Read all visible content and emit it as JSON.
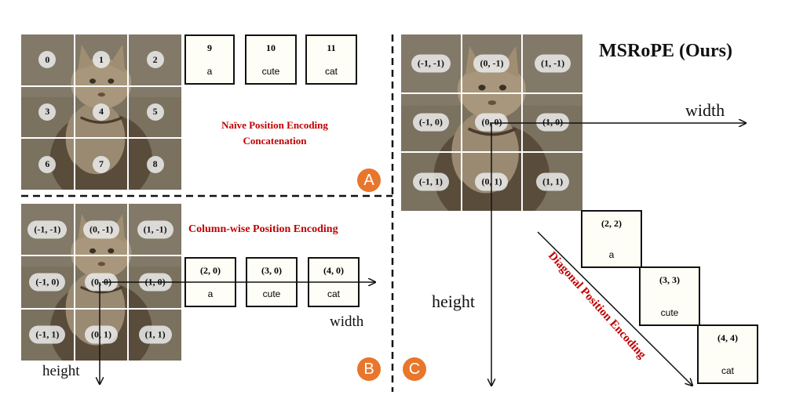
{
  "panel_a": {
    "cells": [
      "0",
      "1",
      "2",
      "3",
      "4",
      "5",
      "6",
      "7",
      "8"
    ],
    "tokens": [
      {
        "num": "9",
        "word": "a"
      },
      {
        "num": "10",
        "word": "cute"
      },
      {
        "num": "11",
        "word": "cat"
      }
    ],
    "title_line1": "Naïve Position Encoding",
    "title_line2": "Concatenation",
    "badge": "A"
  },
  "panel_b": {
    "cells": [
      "(-1, -1)",
      "(0, -1)",
      "(1, -1)",
      "(-1, 0)",
      "(0, 0)",
      "(1, 0)",
      "(-1, 1)",
      "(0, 1)",
      "(1, 1)"
    ],
    "tokens": [
      {
        "num": "(2, 0)",
        "word": "a"
      },
      {
        "num": "(3, 0)",
        "word": "cute"
      },
      {
        "num": "(4, 0)",
        "word": "cat"
      }
    ],
    "title": "Column-wise Position Encoding",
    "width_label": "width",
    "height_label": "height",
    "badge": "B"
  },
  "panel_c": {
    "title": "MSRoPE (Ours)",
    "cells": [
      "(-1, -1)",
      "(0, -1)",
      "(1, -1)",
      "(-1, 0)",
      "(0, 0)",
      "(1, 0)",
      "(-1, 1)",
      "(0, 1)",
      "(1, 1)"
    ],
    "tokens": [
      {
        "num": "(2, 2)",
        "word": "a"
      },
      {
        "num": "(3, 3)",
        "word": "cute"
      },
      {
        "num": "(4, 4)",
        "word": "cat"
      }
    ],
    "diagonal_label": "Diagonal Position Encoding",
    "width_label": "width",
    "height_label": "height",
    "badge": "C"
  },
  "colors": {
    "accent_red": "#c00000",
    "badge_orange": "#e8762c",
    "photo": "#6f6657"
  }
}
